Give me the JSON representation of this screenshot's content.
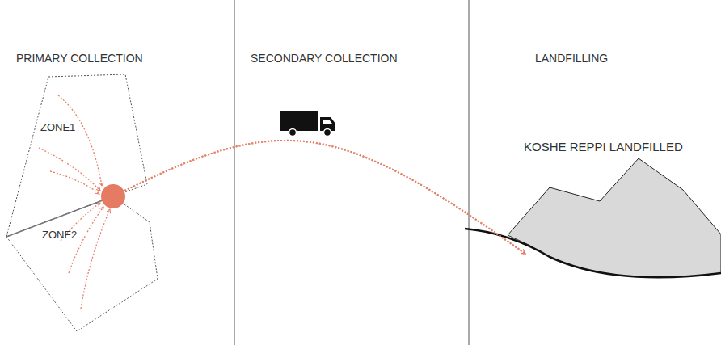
{
  "diagram": {
    "nodes": [
      {
        "text": [
          "ZONE1"
        ]
      },
      {
        "text": [
          "ZONE2"
        ]
      },
      {
        "text": [
          "KOSHE REPPI LANDFILLED"
        ]
      }
    ],
    "edges": [
      {
        "from": 0,
        "to": 2,
        "arrow": "to"
      },
      {
        "from": 1,
        "to": 2,
        "arrow": "to"
      }
    ],
    "labels": [
      "PRIMARY COLLECTION",
      "SECONDARY COLLECTION",
      "LANDFILLING"
    ]
  }
}
